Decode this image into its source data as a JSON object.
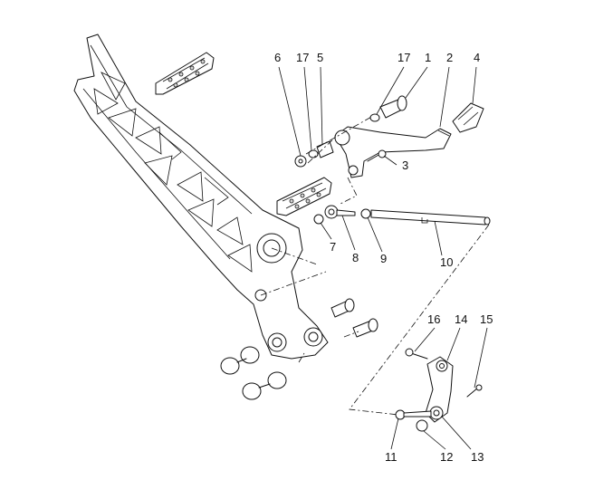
{
  "diagram": {
    "title": "",
    "callouts": [
      {
        "id": "c6",
        "label": "6"
      },
      {
        "id": "c17a",
        "label": "17"
      },
      {
        "id": "c5",
        "label": "5"
      },
      {
        "id": "c17b",
        "label": "17"
      },
      {
        "id": "c1",
        "label": "1"
      },
      {
        "id": "c2",
        "label": "2"
      },
      {
        "id": "c4",
        "label": "4"
      },
      {
        "id": "c3",
        "label": "3"
      },
      {
        "id": "c7",
        "label": "7"
      },
      {
        "id": "c8",
        "label": "8"
      },
      {
        "id": "c9",
        "label": "9"
      },
      {
        "id": "c10",
        "label": "10"
      },
      {
        "id": "c16",
        "label": "16"
      },
      {
        "id": "c14",
        "label": "14"
      },
      {
        "id": "c15",
        "label": "15"
      },
      {
        "id": "c11",
        "label": "11"
      },
      {
        "id": "c12",
        "label": "12"
      },
      {
        "id": "c13",
        "label": "13"
      }
    ]
  }
}
